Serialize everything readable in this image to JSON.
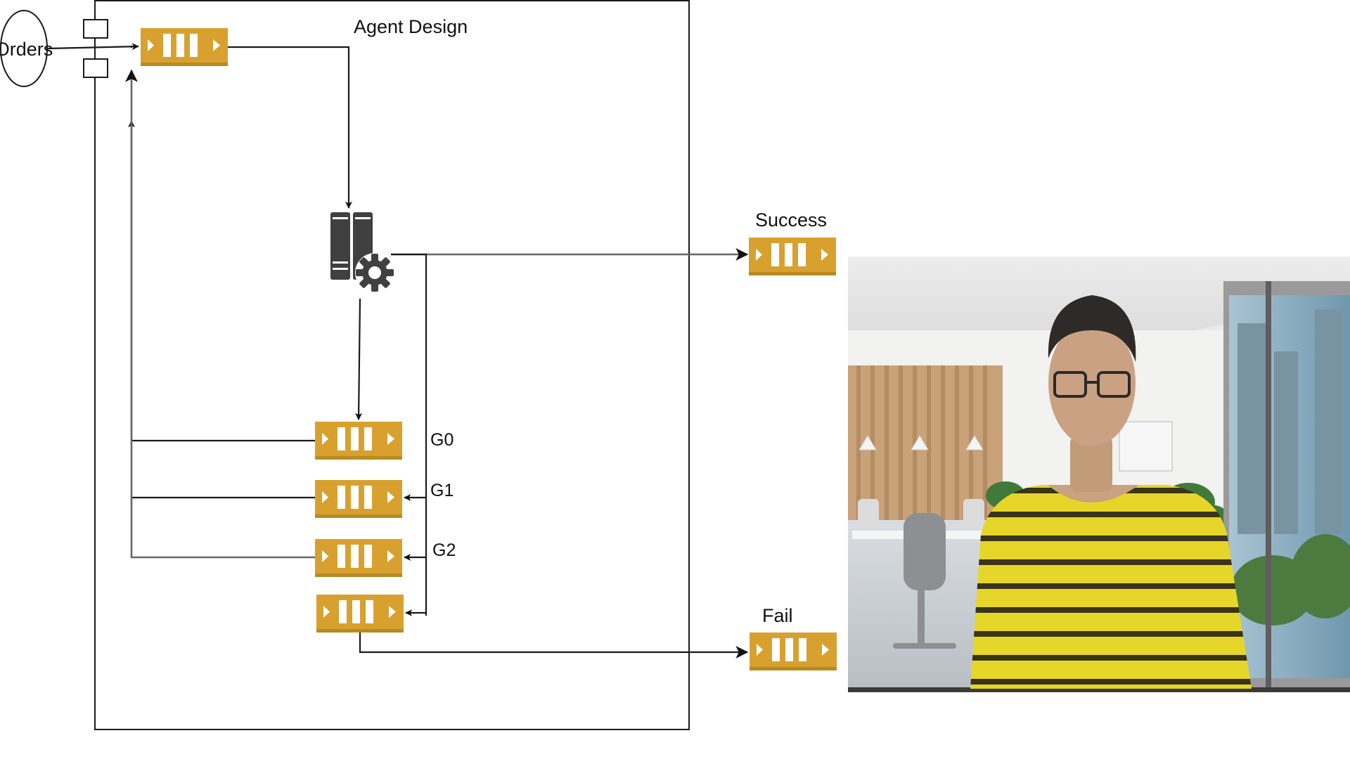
{
  "diagram": {
    "title": "Agent Design",
    "source_label": "Orders",
    "success_label": "Success",
    "fail_label": "Fail",
    "retry_labels": [
      "G0",
      "G1",
      "G2"
    ],
    "queue_icon": "message-queue-icon",
    "processor_icon": "server-gear-icon",
    "video_inset": "webcam-video-person"
  },
  "colors": {
    "queue_fill": "#D8A12F",
    "queue_stripe": "#ffffff",
    "queue_shadow": "#b98a22",
    "line": "#1a1a1a",
    "server": "#404040",
    "shirt": "#E6D62A"
  }
}
